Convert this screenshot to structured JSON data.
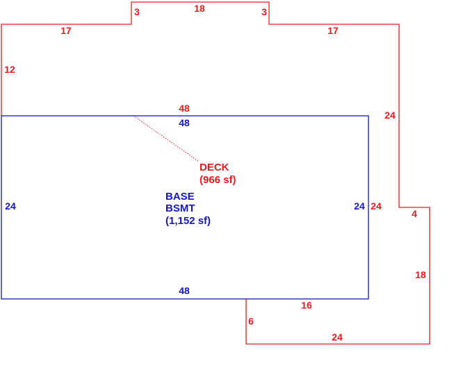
{
  "colors": {
    "deck": "#e8191f",
    "base": "#1414c8",
    "background": "#ffffff"
  },
  "deck": {
    "name": "DECK",
    "area": "(966 sf)",
    "dimensions": {
      "top_left_17": "17",
      "step_left_3": "3",
      "top_18": "18",
      "step_right_3": "3",
      "top_right_17": "17",
      "left_12": "12",
      "inner_48": "48",
      "right_24": "24",
      "inner_right_24": "24",
      "ledge_4": "4",
      "right_18": "18",
      "bottom_inner_16": "16",
      "bottom_6": "6",
      "bottom_24": "24"
    }
  },
  "base": {
    "line1": "BASE",
    "line2": "BSMT",
    "area": "(1,152 sf)",
    "dimensions": {
      "top_48": "48",
      "left_24": "24",
      "right_24": "24",
      "bottom_48": "48"
    }
  }
}
